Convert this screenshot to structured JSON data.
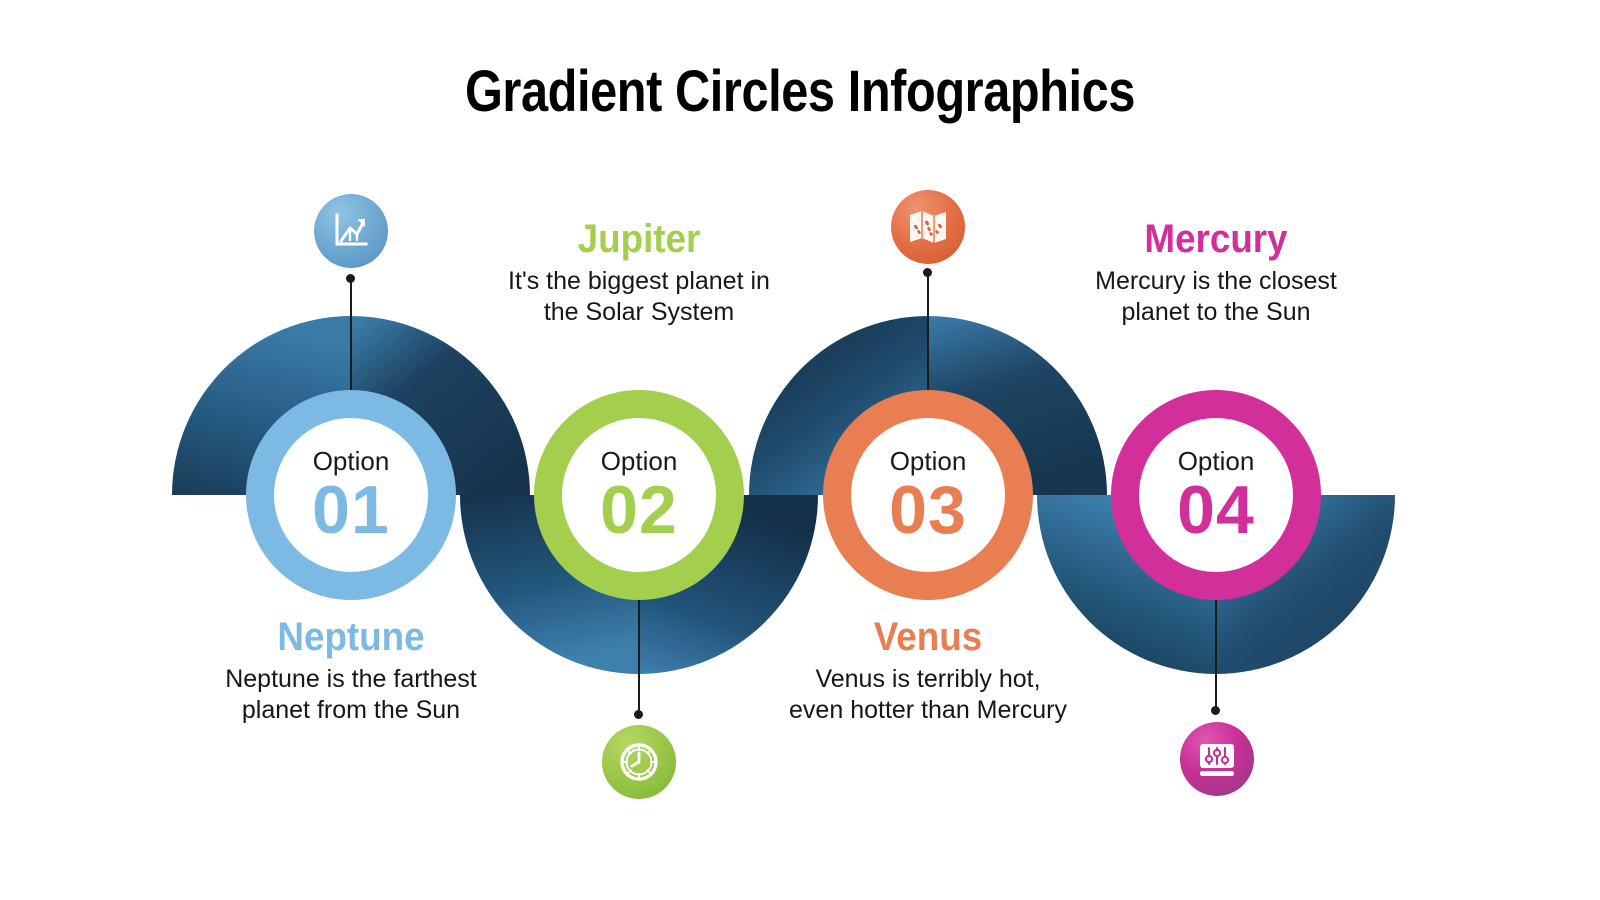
{
  "page": {
    "title": "Gradient Circles Infographics",
    "background": "#FFFFFF"
  },
  "palette": {
    "ribbon_dark": "#1E4361",
    "ribbon_light": "#35719F",
    "blue": "#7CB9E3",
    "green": "#A3CE4E",
    "orange": "#E87E52",
    "magenta": "#D22F9B",
    "text": "#171717"
  },
  "steps": [
    {
      "id": "01",
      "option_label": "Option",
      "number": "01",
      "planet": "Neptune",
      "description": "Neptune is the farthest planet from the Sun",
      "color": "#7CB9E3",
      "icon": "growth-chart-icon",
      "icon_position": "above",
      "text_position": "below"
    },
    {
      "id": "02",
      "option_label": "Option",
      "number": "02",
      "planet": "Jupiter",
      "description": "It's the biggest planet in the Solar System",
      "color": "#A3CE4E",
      "icon": "clock-icon",
      "icon_position": "below",
      "text_position": "above"
    },
    {
      "id": "03",
      "option_label": "Option",
      "number": "03",
      "planet": "Venus",
      "description": "Venus is terribly hot, even hotter than Mercury",
      "color": "#E87E52",
      "icon": "map-icon",
      "icon_position": "above",
      "text_position": "below"
    },
    {
      "id": "04",
      "option_label": "Option",
      "number": "04",
      "planet": "Mercury",
      "description": "Mercury is the closest planet to the Sun",
      "color": "#D22F9B",
      "icon": "sliders-icon",
      "icon_position": "below",
      "text_position": "above"
    }
  ]
}
